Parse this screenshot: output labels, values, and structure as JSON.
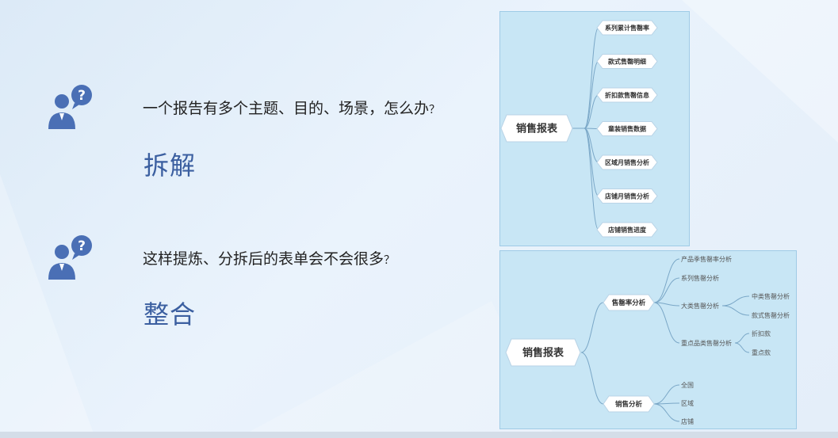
{
  "questions": [
    {
      "text": "一个报告有多个主题、目的、场景，怎么办",
      "mark": "？",
      "answer": "拆解"
    },
    {
      "text": "这样提炼、分拆后的表单会不会很多",
      "mark": "？",
      "answer": "整合"
    }
  ],
  "avatar_icon": "person-question-icon",
  "colors": {
    "accent": "#3b5fa0",
    "avatar": "#4a6fb5",
    "panel": "#c8e6f5",
    "line": "#7aa7c7"
  },
  "mindmap1": {
    "root": "销售报表",
    "children": [
      "系列累计售罄率",
      "款式售罄明细",
      "折扣款售罄信息",
      "童装销售数据",
      "区域月销售分析",
      "店铺月销售分析",
      "店铺销售进度"
    ]
  },
  "mindmap2": {
    "root": "销售报表",
    "branches": [
      {
        "label": "售罄率分析",
        "children": [
          {
            "label": "产品季售罄率分析"
          },
          {
            "label": "系列售罄分析"
          },
          {
            "label": "大类售罄分析",
            "children": [
              "中类售罄分析",
              "款式售罄分析"
            ]
          },
          {
            "label": "重点品类售罄分析",
            "children": [
              "折扣款",
              "重点款"
            ]
          }
        ]
      },
      {
        "label": "销售分析",
        "children": [
          {
            "label": "全国"
          },
          {
            "label": "区域"
          },
          {
            "label": "店铺"
          }
        ]
      }
    ]
  }
}
